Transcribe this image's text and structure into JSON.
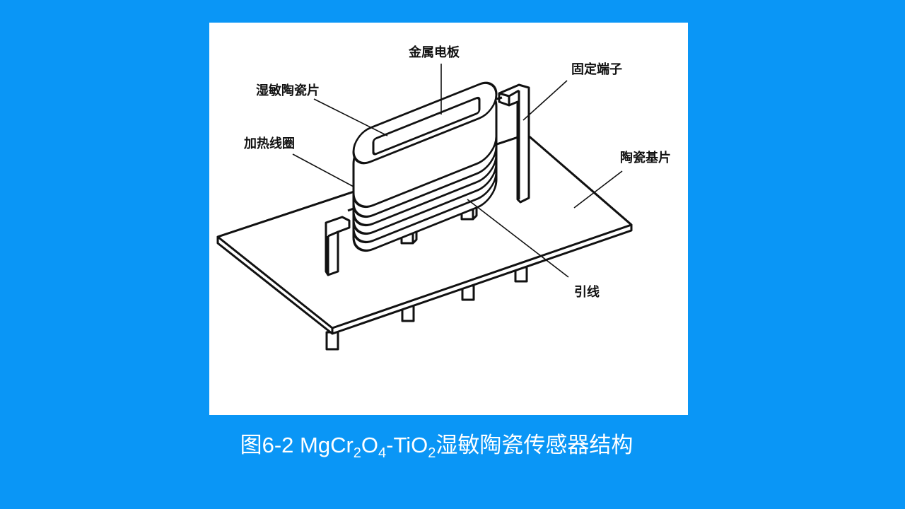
{
  "figure": {
    "labels": {
      "metal_electrode": "金属电板",
      "humidity_ceramic": "湿敏陶瓷片",
      "fixed_terminal": "固定端子",
      "heating_coil": "加热线圈",
      "ceramic_substrate": "陶瓷基片",
      "lead_wire": "引线"
    }
  },
  "caption": {
    "prefix": "图6-2 MgCr",
    "sub1": "2",
    "mid1": "O",
    "sub2": "4",
    "mid2": "-TiO",
    "sub3": "2",
    "suffix": "湿敏陶瓷传感器结构"
  }
}
